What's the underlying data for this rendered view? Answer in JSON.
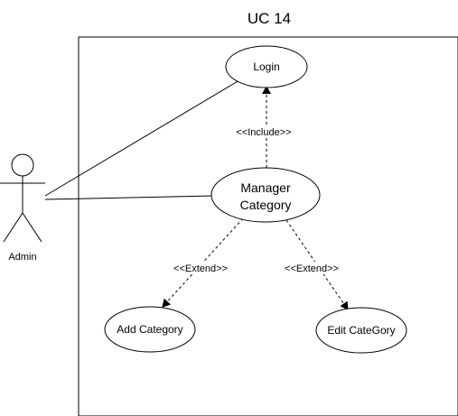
{
  "diagram": {
    "title": "UC 14",
    "actor": {
      "name": "Admin",
      "icon": "stick-figure-icon"
    },
    "use_cases": {
      "login": "Login",
      "manager_category_line1": "Manager",
      "manager_category_line2": "Category",
      "add_category": "Add Category",
      "edit_category": "Edit CateGory"
    },
    "relations": {
      "include": "<<Include>>",
      "extend_add": "<<Extend>>",
      "extend_edit": "<<Extend>>"
    },
    "colors": {
      "stroke": "#000000",
      "background": "#ffffff"
    }
  }
}
